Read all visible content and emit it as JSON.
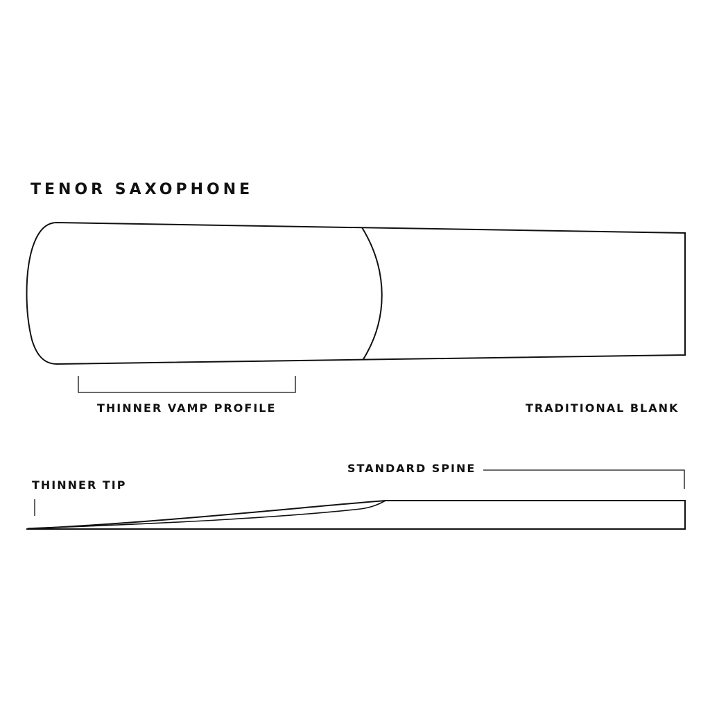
{
  "title": "TENOR SAXOPHONE",
  "labels": {
    "vamp": "THINNER VAMP PROFILE",
    "blank": "TRADITIONAL BLANK",
    "spine": "STANDARD SPINE",
    "tip": "THINNER TIP"
  },
  "colors": {
    "line": "#111111",
    "background": "#ffffff"
  }
}
